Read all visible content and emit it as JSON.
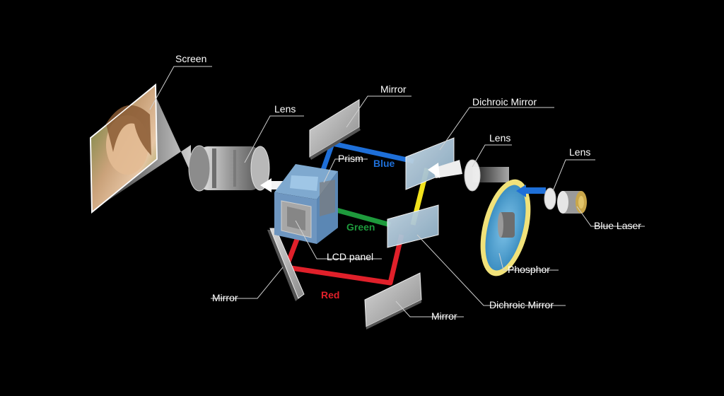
{
  "labels": {
    "screen": "Screen",
    "lens_projection": "Lens",
    "mirror_top": "Mirror",
    "prism": "Prism",
    "blue": "Blue",
    "dichroic_mirror_top": "Dichroic Mirror",
    "lens_middle": "Lens",
    "lens_laser": "Lens",
    "green": "Green",
    "blue_laser": "Blue Laser",
    "lcd_panel": "LCD panel",
    "phosphor": "Phosphor",
    "mirror_left": "Mirror",
    "red": "Red",
    "dichroic_mirror_bottom": "Dichroic Mirror",
    "mirror_bottom": "Mirror"
  },
  "colors": {
    "background": "#000000",
    "blue_beam": "#1e6fd8",
    "green_beam": "#1e9a3c",
    "red_beam": "#e0202a",
    "yellow_beam": "#f2e21c",
    "label_text": "#ffffff",
    "phosphor_ring": "#f1e27a"
  }
}
